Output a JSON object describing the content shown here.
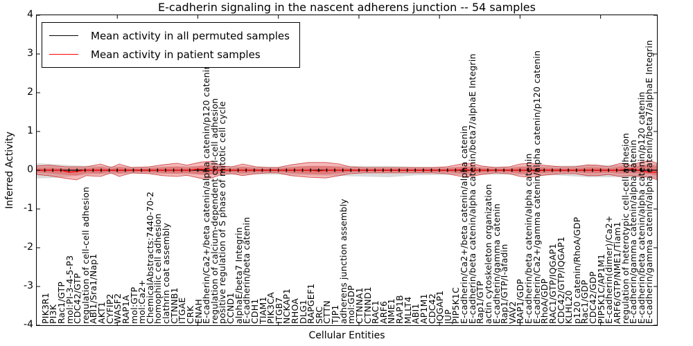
{
  "chart_data": {
    "type": "line",
    "title": "E-cadherin signaling in the nascent adherens junction -- 54 samples",
    "xlabel": "Cellular Entities",
    "ylabel": "Inferred Activity",
    "ylim": [
      -4,
      4
    ],
    "yticklabels": [
      "4",
      "3",
      "2",
      "1",
      "0",
      "-1",
      "-2",
      "-3",
      "-4"
    ],
    "legend": [
      {
        "label": "Mean activity in all permuted samples",
        "color": "#000000"
      },
      {
        "label": "Mean activity in patient samples",
        "color": "#ff0000"
      }
    ],
    "legend_position": "upper left",
    "grid": false,
    "categories": [
      "PIK3R1",
      "PI3K",
      "Rac1/GTP",
      "mol:PI-3-4-5-P3",
      "CDC42/GTP",
      "regulation of cell-cell adhesion",
      "ABI1/Sra1/Nap1",
      "AKT1",
      "CYFIP2",
      "WASF2",
      "RAP1A",
      "mol:GTP",
      "mol:Ca2+",
      "ChemicalAbstracts:7440-70-2",
      "homophilic cell adhesion",
      "clathrin coat assembly",
      "CTNNB1",
      "ITGAE",
      "CRK",
      "ENAH",
      "E-cadherin/Ca2+/beta catenin/alpha catenin/p120 catenin",
      "regulation of calcium-dependent cell-cell adhesion",
      "positive regulation of S phase of mitotic cell cycle",
      "CCND1",
      "alphaE/beta7 Integrin",
      "E-cadherin/beta catenin",
      "CDH1",
      "TIAM1",
      "PIK3CA",
      "ITGB7",
      "NCKAP1",
      "RHOA",
      "DLG1",
      "RAPGEF1",
      "SRC",
      "CTTN",
      "TJP1",
      "adherens junction assembly",
      "mol:GDP",
      "CTNNA1",
      "CTNND1",
      "RAC1",
      "ARF6",
      "NME1",
      "RAP1B",
      "MLLT4",
      "ABI1",
      "AP1M1",
      "CDC42",
      "IQGAP1",
      "JUP",
      "PIP5K1C",
      "E-cadherin/Ca2+/beta catenin/alpha catenin",
      "E-cadherin/beta catenin/alpha catenin/beta7/alphaE Integrin",
      "Rap1/GTP",
      "actin cytoskeleton organization",
      "E-cadherin/gamma catenin",
      "Rap1/GTP/I-afadin",
      "VAV2",
      "RAP1/GDP",
      "E-cadherin/beta catenin/alpha catenin",
      "E-cadherin/Ca2+/gamma catenin/alpha catenin/p120 catenin",
      "RhoA/GDP",
      "RAC1/GTP/IQGAP1",
      "CDC42/GTP/IQGAP1",
      "KLHL20",
      "p120 catenin/RhoA/GDP",
      "Rac1/GDP",
      "CDC42/GDP",
      "PIP5K1C/AP1M1",
      "E-cadherin(dimer)/Ca2+",
      "ARF6/GTP/NME1/Tiam1",
      "regulation of heterotypic cell-cell adhesion",
      "E-cadherin/gamma catenin/alpha catenin",
      "E-cadherin/beta catenin/alpha catenin/p120 catenin",
      "E-cadherin/gamma catenin/alpha catenin/beta7/alphaE Integrin"
    ],
    "series": [
      {
        "name": "Mean activity in all permuted samples",
        "color": "#000000",
        "values": [
          0,
          0,
          0,
          0,
          0,
          0,
          0,
          0,
          0,
          0,
          0,
          0,
          0,
          0,
          0,
          0,
          0,
          0,
          0,
          0,
          0,
          0,
          0,
          0,
          0,
          0,
          0,
          0,
          0,
          0,
          0,
          0,
          0,
          0,
          0,
          0,
          0,
          0,
          0,
          0,
          0,
          0,
          0,
          0,
          0,
          0,
          0,
          0,
          0,
          0,
          0,
          0,
          0,
          0,
          0,
          0,
          0,
          0,
          0,
          0,
          0,
          0,
          0,
          0,
          0,
          0,
          0,
          0,
          0,
          0,
          0,
          0,
          0,
          0,
          0,
          0
        ]
      },
      {
        "name": "Mean activity in patient samples",
        "color": "#ff0000",
        "values": [
          0,
          0,
          0,
          -0.05,
          -0.03,
          0,
          0,
          0,
          0,
          0,
          0,
          0,
          0,
          0,
          0,
          0,
          0,
          0,
          0,
          0.03,
          0.02,
          0,
          0,
          0,
          0,
          0,
          0,
          0,
          0,
          0,
          0,
          0,
          0,
          0,
          -0.02,
          0,
          0,
          0,
          0,
          0,
          0,
          0,
          0,
          0,
          0,
          0,
          0,
          0,
          0,
          0,
          0,
          0,
          0.02,
          0,
          0,
          0,
          0,
          0,
          0,
          0,
          0,
          -0.02,
          0,
          0,
          0,
          0,
          0,
          0,
          0,
          0,
          0,
          0,
          0.02,
          0.04,
          -0.02,
          -0.05
        ]
      }
    ],
    "band_patient_spread": [
      [
        0.0,
        0.11,
        -0.11
      ],
      [
        0.019,
        0.13,
        -0.14
      ],
      [
        0.047,
        0.09,
        -0.21
      ],
      [
        0.064,
        0.09,
        -0.25
      ],
      [
        0.08,
        0.09,
        -0.14
      ],
      [
        0.103,
        0.16,
        -0.16
      ],
      [
        0.12,
        0.07,
        -0.07
      ],
      [
        0.133,
        0.16,
        -0.16
      ],
      [
        0.153,
        0.07,
        -0.07
      ],
      [
        0.181,
        0.09,
        -0.09
      ],
      [
        0.203,
        0.14,
        -0.14
      ],
      [
        0.226,
        0.18,
        -0.16
      ],
      [
        0.242,
        0.13,
        -0.13
      ],
      [
        0.265,
        0.21,
        -0.21
      ],
      [
        0.282,
        0.23,
        -0.2
      ],
      [
        0.298,
        0.11,
        -0.11
      ],
      [
        0.315,
        0.09,
        -0.09
      ],
      [
        0.332,
        0.16,
        -0.14
      ],
      [
        0.354,
        0.09,
        -0.09
      ],
      [
        0.371,
        0.07,
        -0.07
      ],
      [
        0.388,
        0.07,
        -0.07
      ],
      [
        0.41,
        0.14,
        -0.14
      ],
      [
        0.438,
        0.2,
        -0.18
      ],
      [
        0.466,
        0.2,
        -0.2
      ],
      [
        0.488,
        0.16,
        -0.14
      ],
      [
        0.505,
        0.09,
        -0.09
      ],
      [
        0.527,
        0.07,
        -0.07
      ],
      [
        0.55,
        0.07,
        -0.07
      ],
      [
        0.572,
        0.07,
        -0.07
      ],
      [
        0.594,
        0.07,
        -0.07
      ],
      [
        0.617,
        0.07,
        -0.07
      ],
      [
        0.639,
        0.07,
        -0.07
      ],
      [
        0.661,
        0.09,
        -0.09
      ],
      [
        0.684,
        0.16,
        -0.16
      ],
      [
        0.701,
        0.18,
        -0.16
      ],
      [
        0.717,
        0.11,
        -0.11
      ],
      [
        0.74,
        0.07,
        -0.07
      ],
      [
        0.762,
        0.09,
        -0.09
      ],
      [
        0.779,
        0.16,
        -0.16
      ],
      [
        0.796,
        0.18,
        -0.18
      ],
      [
        0.812,
        0.14,
        -0.14
      ],
      [
        0.829,
        0.11,
        -0.11
      ],
      [
        0.846,
        0.09,
        -0.09
      ],
      [
        0.868,
        0.09,
        -0.09
      ],
      [
        0.888,
        0.14,
        -0.14
      ],
      [
        0.904,
        0.13,
        -0.14
      ],
      [
        0.922,
        0.09,
        -0.11
      ],
      [
        0.941,
        0.18,
        -0.16
      ],
      [
        0.958,
        0.13,
        -0.14
      ],
      [
        0.974,
        0.21,
        -0.16
      ],
      [
        0.989,
        0.25,
        -0.18
      ],
      [
        1.0,
        0.18,
        -0.25
      ]
    ],
    "band_permuted_spread": [
      [
        0.0,
        0.18,
        -0.21
      ],
      [
        0.025,
        0.16,
        -0.2
      ],
      [
        0.053,
        0.13,
        -0.16
      ],
      [
        0.086,
        0.11,
        -0.11
      ],
      [
        0.164,
        0.09,
        -0.09
      ],
      [
        0.276,
        0.11,
        -0.11
      ],
      [
        0.388,
        0.09,
        -0.11
      ],
      [
        0.444,
        0.11,
        -0.13
      ],
      [
        0.522,
        0.11,
        -0.16
      ],
      [
        0.567,
        0.11,
        -0.18
      ],
      [
        0.611,
        0.09,
        -0.13
      ],
      [
        0.723,
        0.09,
        -0.11
      ],
      [
        0.835,
        0.11,
        -0.13
      ],
      [
        0.89,
        0.13,
        -0.18
      ],
      [
        0.947,
        0.14,
        -0.18
      ],
      [
        1.0,
        0.16,
        -0.21
      ]
    ],
    "colors": {
      "band_patient": "rgba(228,70,70,0.38)",
      "band_patient_core": "rgba(228,70,70,0.42)",
      "band_patient_edge": "rgba(200,40,40,0.85)",
      "band_permuted": "rgba(150,150,150,0.35)",
      "axis": "#000000"
    }
  }
}
